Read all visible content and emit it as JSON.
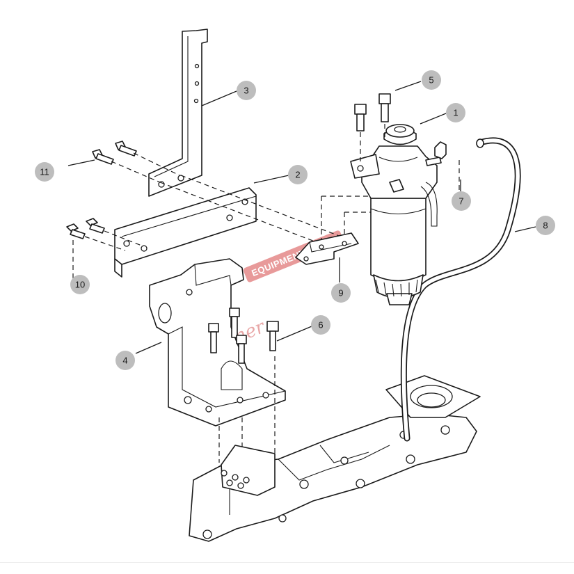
{
  "callouts": [
    {
      "id": "1",
      "label": "1"
    },
    {
      "id": "2",
      "label": "2"
    },
    {
      "id": "3",
      "label": "3"
    },
    {
      "id": "4",
      "label": "4"
    },
    {
      "id": "5",
      "label": "5"
    },
    {
      "id": "6",
      "label": "6"
    },
    {
      "id": "7",
      "label": "7"
    },
    {
      "id": "8",
      "label": "8"
    },
    {
      "id": "9",
      "label": "9"
    },
    {
      "id": "10",
      "label": "10"
    },
    {
      "id": "11",
      "label": "11"
    }
  ],
  "watermark": {
    "script_text": "Vanner",
    "banner_text": "EQUIPMENT"
  },
  "colors": {
    "line": "#1a1a1a",
    "callout_fill": "#bdbdbd",
    "watermark": "#e8a7a7"
  }
}
